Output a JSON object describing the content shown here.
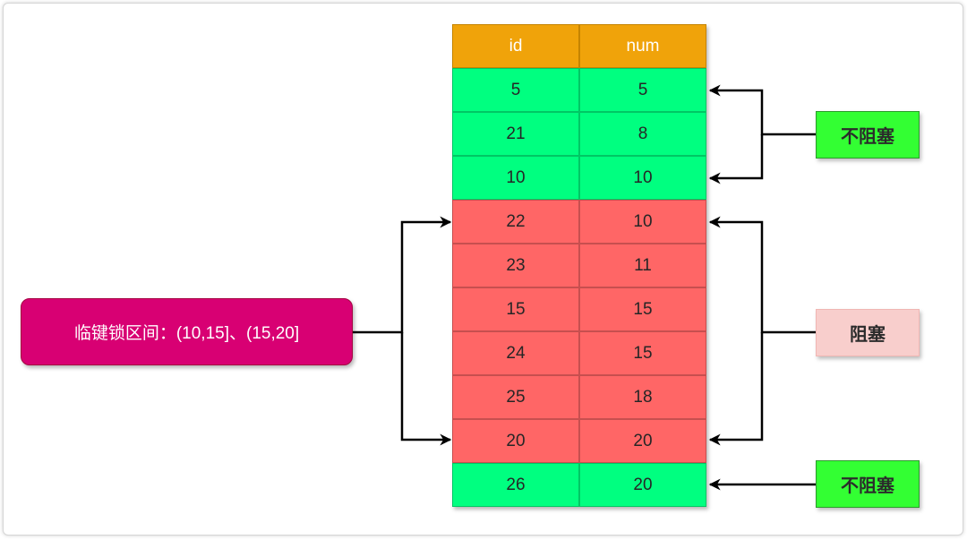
{
  "table": {
    "headers": {
      "id": "id",
      "num": "num"
    },
    "header_fill": "#F0A30A",
    "rows": [
      {
        "id": "5",
        "num": "5",
        "fill": "#00FF80"
      },
      {
        "id": "21",
        "num": "8",
        "fill": "#00FF80"
      },
      {
        "id": "10",
        "num": "10",
        "fill": "#00FF80"
      },
      {
        "id": "22",
        "num": "10",
        "fill": "#FF6666"
      },
      {
        "id": "23",
        "num": "11",
        "fill": "#FF6666"
      },
      {
        "id": "15",
        "num": "15",
        "fill": "#FF6666"
      },
      {
        "id": "24",
        "num": "15",
        "fill": "#FF6666"
      },
      {
        "id": "25",
        "num": "18",
        "fill": "#FF6666"
      },
      {
        "id": "20",
        "num": "20",
        "fill": "#FF6666"
      },
      {
        "id": "26",
        "num": "20",
        "fill": "#00FF80"
      }
    ]
  },
  "labels": {
    "top": {
      "text": "不阻塞",
      "fill": "#33FF33"
    },
    "middle": {
      "text": "阻塞",
      "fill": "#F8CECC"
    },
    "bottom": {
      "text": "不阻塞",
      "fill": "#33FF33"
    },
    "left": {
      "text": "临键锁区间：(10,15]、(15,20]",
      "fill": "#D80073"
    }
  }
}
